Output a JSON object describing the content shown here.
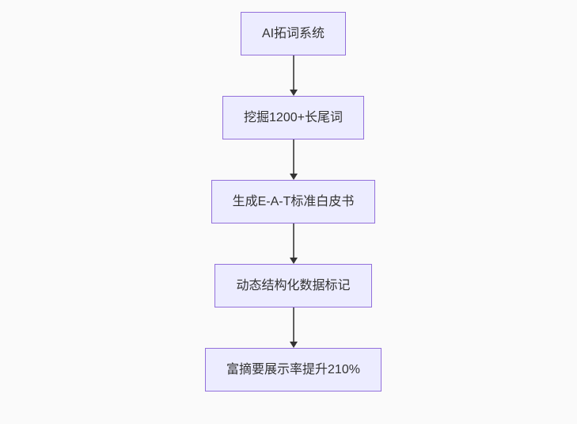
{
  "diagram": {
    "type": "flowchart",
    "direction": "top-down",
    "background_color": "#fafafa",
    "node_fill_color": "#ECECFF",
    "node_border_color": "#9370DB",
    "node_text_color": "#333333",
    "arrow_line_color": "#5f5f5f",
    "arrow_head_color": "#333333",
    "nodes": [
      {
        "id": "step-1",
        "label": "AI拓词系统"
      },
      {
        "id": "step-2",
        "label": "挖掘1200+长尾词"
      },
      {
        "id": "step-3",
        "label": "生成E-A-T标准白皮书"
      },
      {
        "id": "step-4",
        "label": "动态结构化数据标记"
      },
      {
        "id": "step-5",
        "label": "富摘要展示率提升210%"
      }
    ],
    "edges": [
      {
        "from": "step-1",
        "to": "step-2"
      },
      {
        "from": "step-2",
        "to": "step-3"
      },
      {
        "from": "step-3",
        "to": "step-4"
      },
      {
        "from": "step-4",
        "to": "step-5"
      }
    ]
  }
}
